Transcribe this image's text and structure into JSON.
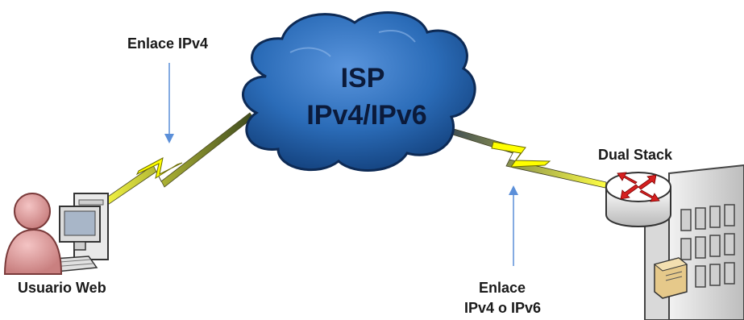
{
  "cloud": {
    "line1": "ISP",
    "line2": "IPv4/IPv6",
    "fill": "#2b6cb8",
    "outline": "#0d2a55"
  },
  "labels": {
    "link_left": "Enlace IPv4",
    "link_right_line1": "Enlace",
    "link_right_line2": "IPv4 o IPv6",
    "user": "Usuario Web",
    "router": "Dual Stack"
  },
  "colors": {
    "arrow": "#5b8fd9",
    "bolt": "#ffff00",
    "bolt_outline": "#6b6b00",
    "router_arrows": "#d62020"
  },
  "icons": [
    "user-icon",
    "computer-icon",
    "router-icon",
    "server-building-icon",
    "cloud-icon",
    "lightning-link-icon",
    "arrow-icon"
  ]
}
